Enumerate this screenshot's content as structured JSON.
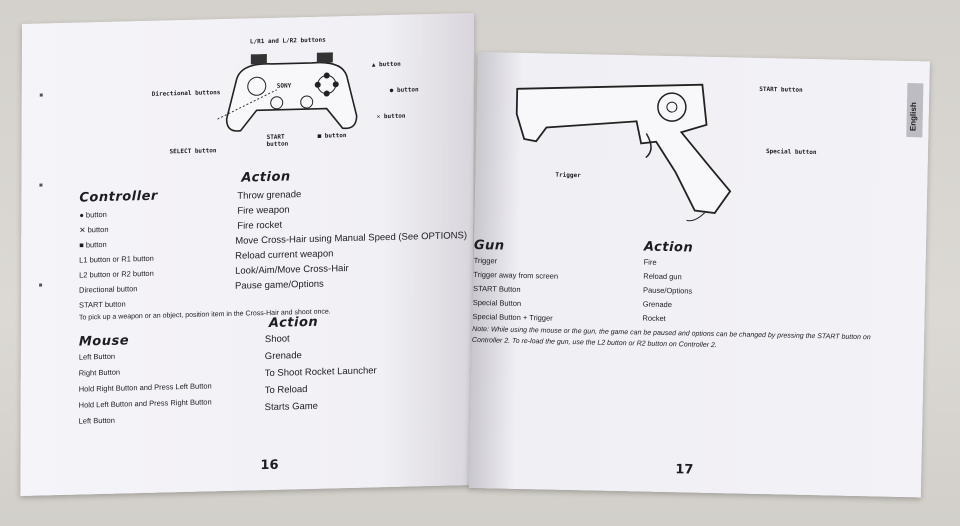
{
  "left": {
    "callouts": {
      "l_buttons": "L/R1 and L/R2 buttons",
      "directional": "Directional buttons",
      "sony": "SONY",
      "triangle": "▲ button",
      "circle": "● button",
      "cross": "✕ button",
      "select": "SELECT button",
      "start": "START button",
      "square": "■ button"
    },
    "controller": {
      "col1": "Controller",
      "col2": "Action",
      "rows": [
        {
          "c": "● button",
          "a": "Throw grenade"
        },
        {
          "c": "✕ button",
          "a": "Fire weapon"
        },
        {
          "c": "■ button",
          "a": "Fire rocket"
        },
        {
          "c": "L1 button or R1 button",
          "a": "Move Cross-Hair using Manual Speed (See OPTIONS)"
        },
        {
          "c": "L2 button or R2 button",
          "a": "Reload current weapon"
        },
        {
          "c": "Directional button",
          "a": "Look/Aim/Move Cross-Hair"
        },
        {
          "c": "START button",
          "a": "Pause game/Options"
        }
      ],
      "note": "To pick up a weapon or an object, position item in the Cross-Hair and shoot once."
    },
    "mouse": {
      "col1": "Mouse",
      "col2": "Action",
      "rows": [
        {
          "c": "Left Button",
          "a": "Shoot"
        },
        {
          "c": "Right Button",
          "a": "Grenade"
        },
        {
          "c": "Hold Right Button and Press Left Button",
          "a": "To Shoot Rocket Launcher"
        },
        {
          "c": "Hold Left Button and Press Right Button",
          "a": "To Reload"
        },
        {
          "c": "Left Button",
          "a": "Starts Game"
        }
      ]
    },
    "page_number": "16"
  },
  "right": {
    "tab": "English",
    "callouts": {
      "start": "START button",
      "special": "Special button",
      "trigger": "Trigger"
    },
    "gun": {
      "col1": "Gun",
      "col2": "Action",
      "rows": [
        {
          "c": "Trigger",
          "a": "Fire"
        },
        {
          "c": "Trigger away from screen",
          "a": "Reload gun"
        },
        {
          "c": "START Button",
          "a": "Pause/Options"
        },
        {
          "c": "Special Button",
          "a": "Grenade"
        },
        {
          "c": "Special Button + Trigger",
          "a": "Rocket"
        }
      ]
    },
    "note": "Note: While using the mouse or the gun, the game can be paused and options can be changed by pressing the START button on Controller 2. To re-load the gun, use the L2 button or R2 button on Controller 2.",
    "page_number": "17"
  },
  "colors": {
    "paper": "#f3f2f6",
    "ink": "#1c1c22",
    "table": "#d9d6d1"
  }
}
